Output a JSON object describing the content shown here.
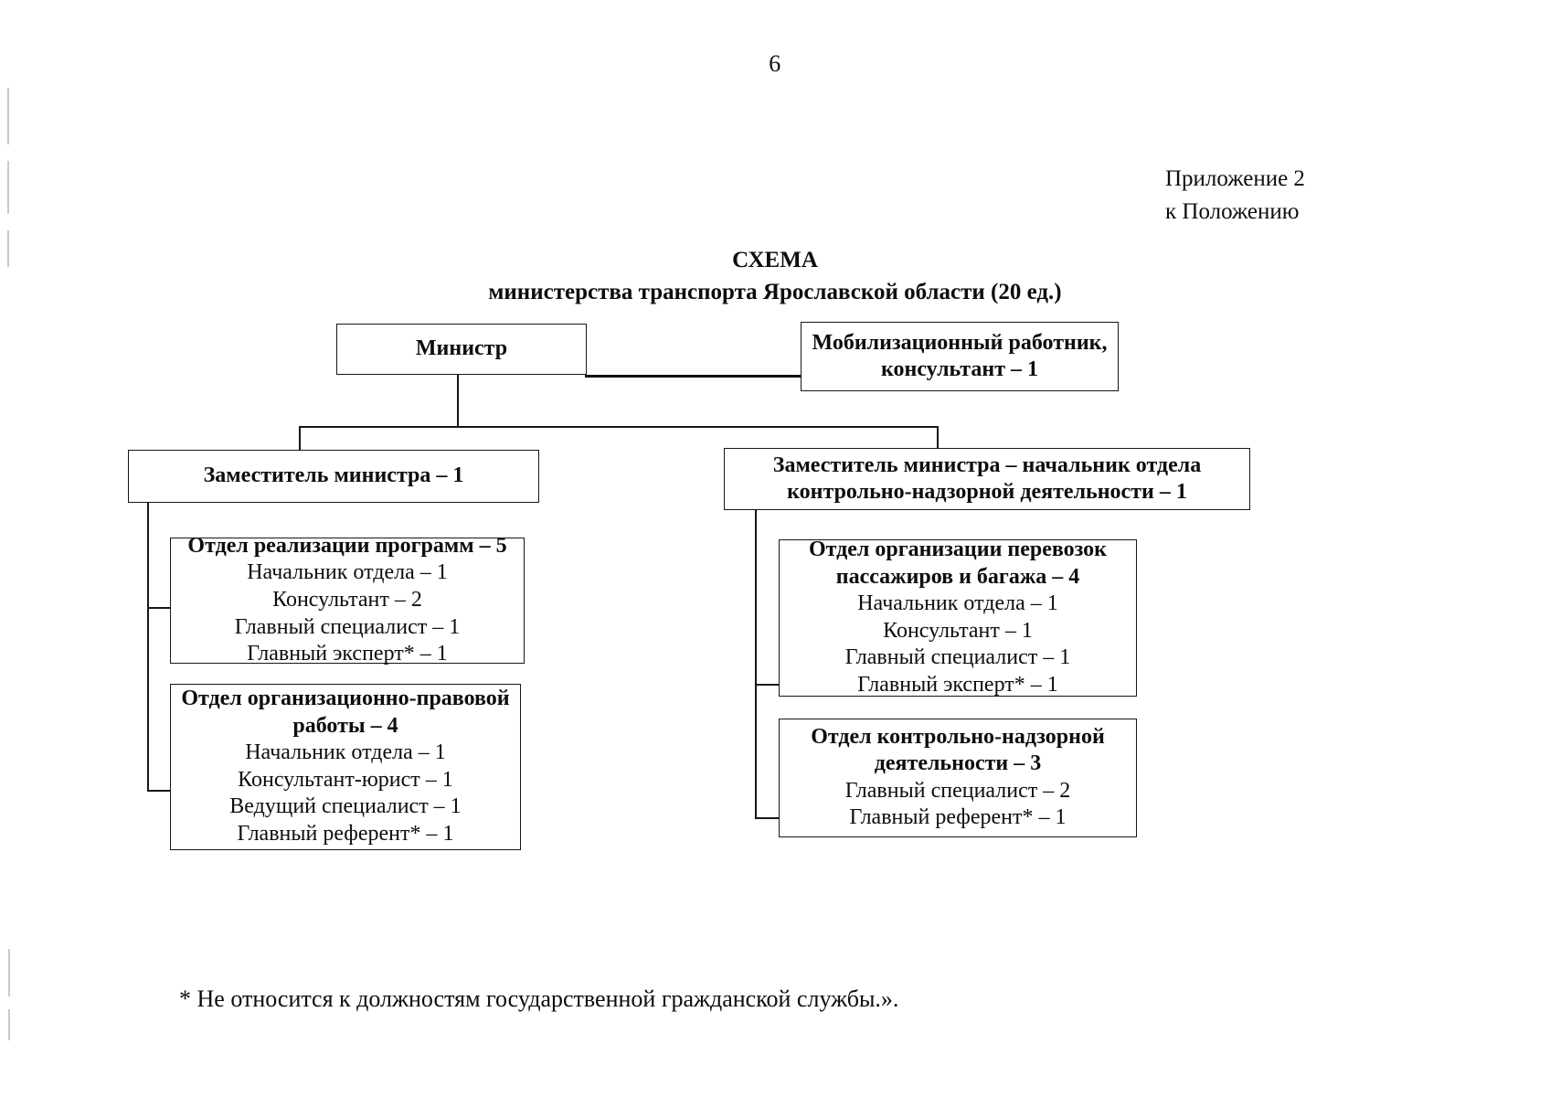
{
  "page": {
    "number": "6",
    "appendix": "Приложение 2\nк Положению",
    "title_line1": "СХЕМА",
    "title_line2": "министерства транспорта Ярославской области (20 ед.)",
    "footnote": "* Не относится к должностям государственной гражданской службы.».",
    "ink_color": "#171717",
    "paper_color": "#ffffff"
  },
  "chart": {
    "minister": {
      "head": "Министр",
      "roles": ""
    },
    "mobilization": {
      "head": "Мобилизационный работник,\nконсультант – 1",
      "roles": ""
    },
    "deputy_left": {
      "head": "Заместитель министра – 1",
      "roles": ""
    },
    "deputy_right": {
      "head": "Заместитель министра – начальник отдела\nконтрольно-надзорной деятельности – 1",
      "roles": ""
    },
    "dept_programs": {
      "head": "Отдел реализации программ – 5",
      "roles": "Начальник отдела – 1\nКонсультант – 2\nГлавный специалист – 1\nГлавный эксперт* – 1"
    },
    "dept_legal": {
      "head": "Отдел организационно-правовой\nработы – 4",
      "roles": "Начальник отдела – 1\nКонсультант-юрист – 1\nВедущий специалист – 1\nГлавный референт* – 1"
    },
    "dept_transport": {
      "head": "Отдел организации перевозок\nпассажиров и багажа – 4",
      "roles": "Начальник отдела – 1\nКонсультант – 1\nГлавный специалист – 1\nГлавный эксперт* – 1"
    },
    "dept_control": {
      "head": "Отдел контрольно-надзорной\nдеятельности – 3",
      "roles": "Главный специалист – 2\nГлавный референт* – 1"
    }
  }
}
